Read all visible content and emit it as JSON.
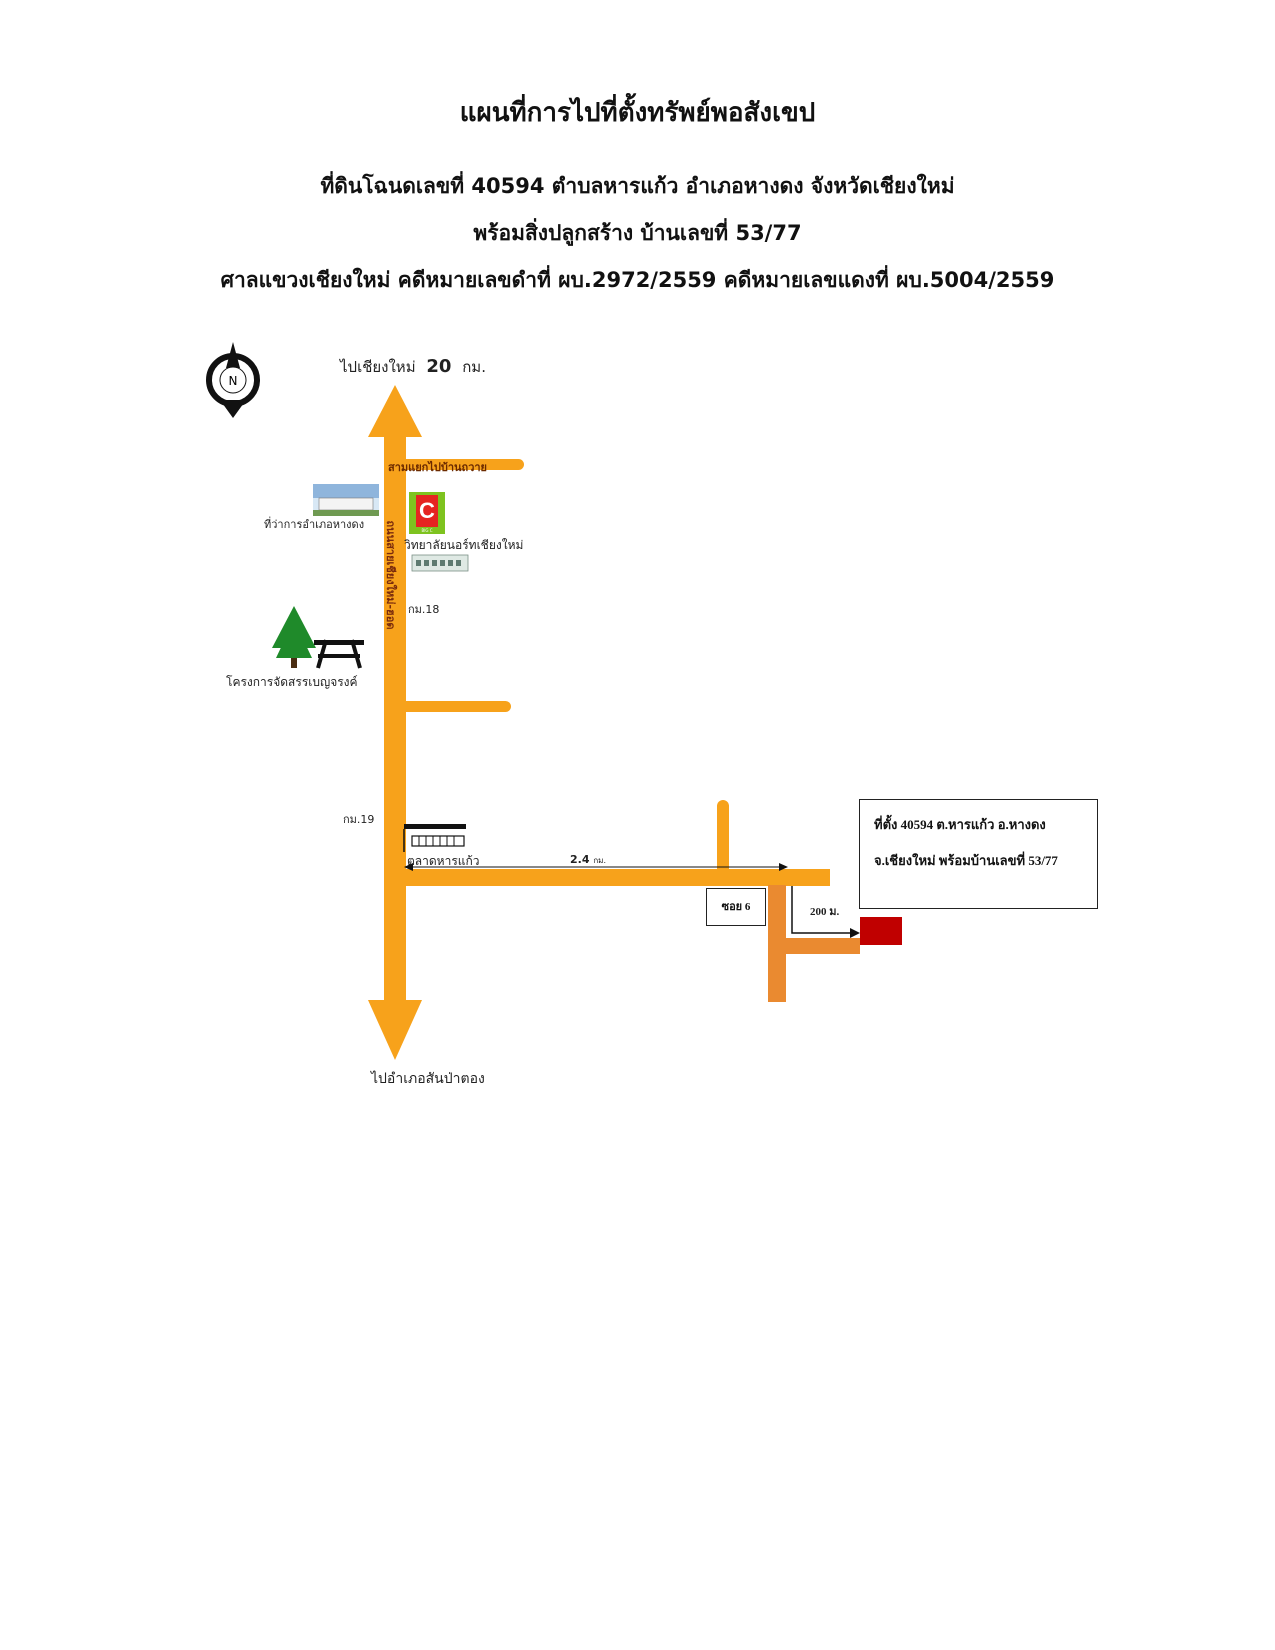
{
  "header": {
    "title": "แผนที่การไปที่ตั้งทรัพย์พอสังเขป",
    "line1": "ที่ดินโฉนดเลขที่ 40594  ตำบลหารแก้ว อำเภอหางดง จังหวัดเชียงใหม่",
    "line2": "พร้อมสิ่งปลูกสร้าง  บ้านเลขที่ 53/77",
    "line3": "ศาลแขวงเชียงใหม่  คดีหมายเลขดำที่ ผบ.2972/2559  คดีหมายเลขแดงที่ ผบ.5004/2559"
  },
  "map": {
    "compass_letter": "N",
    "north_dest_text": "ไปเชียงใหม่",
    "north_dest_km": "20",
    "north_dest_unit": "กม.",
    "south_dest": "ไปอำเภอสันป่าตอง",
    "road_name": "ถนนสายเชียงใหม่-ฮอด",
    "junction": "สามแยกไปบ้านถวาย",
    "district_office": "ที่ว่าการอำเภอหางดง",
    "bigc_logo": "BIG C",
    "college": "วิทยาลัยนอร์ทเชียงใหม่",
    "km18": "กม.18",
    "km19": "กม.19",
    "park": "โครงการจัดสรรเบญจรงค์",
    "market": "ตลาดหารแก้ว",
    "distance_main": "2.4",
    "distance_main_unit": "กม.",
    "soi": "ซอย 6",
    "distance_last": "200 ม.",
    "location_line1": "ที่ตั้ง 40594  ต.หารแก้ว  อ.หางดง",
    "location_line2": "จ.เชียงใหม่ พร้อมบ้านเลขที่ 53/77",
    "colors": {
      "road": "#f7a21b",
      "side_road": "#ea8a30",
      "target": "#c00000"
    }
  }
}
